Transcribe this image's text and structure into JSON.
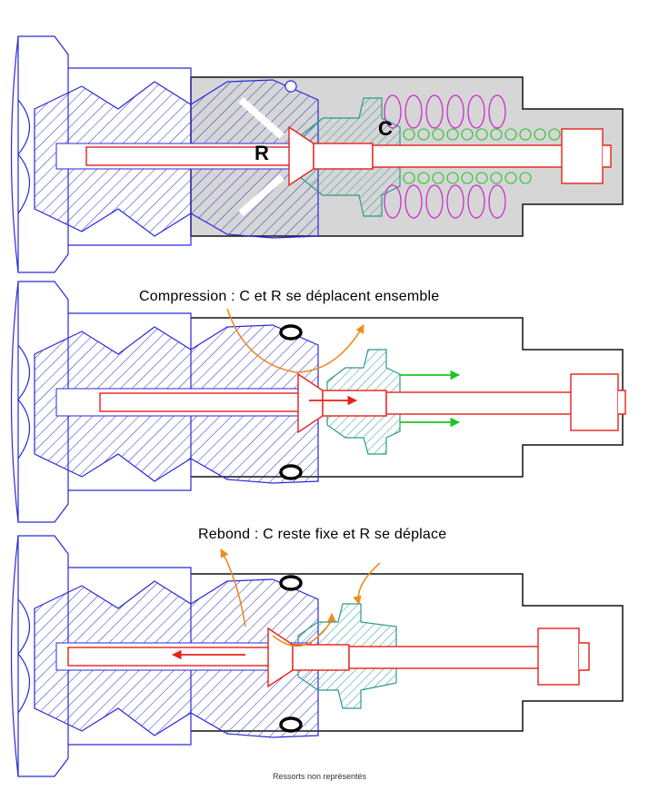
{
  "labels": {
    "r": "R",
    "c": "C"
  },
  "captions": {
    "compression": "Compression : C et R se déplacent ensemble",
    "rebound": "Rebond :  C reste fixe et R se déplace",
    "note": "Ressorts non représentés"
  },
  "colors": {
    "body": "#2a2ad8",
    "rod": "#e8201a",
    "valve": "#2a9a8a",
    "spring_a": "#cc22cc",
    "spring_b": "#22c422",
    "flow": "#f08a1e",
    "oil": "#d6d6d6",
    "outline": "#111111"
  }
}
